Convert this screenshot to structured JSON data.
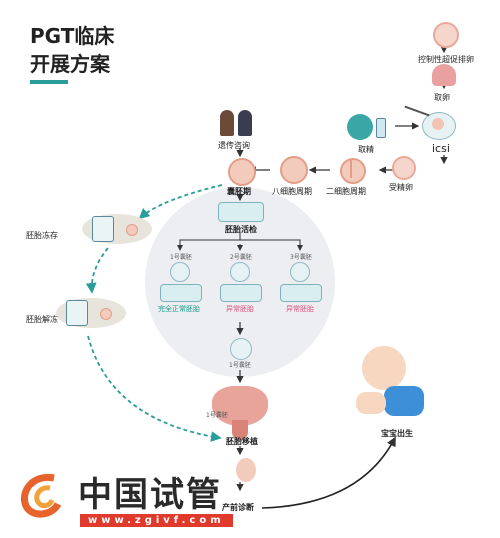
{
  "title": {
    "line1": "PGT临床",
    "line2": "开展方案"
  },
  "steps": {
    "ovulation": "控制性超促排卵",
    "egg_retrieval": "取卵",
    "sperm_retrieval": "取精",
    "icsi": "icsi",
    "fertilized": "受精卵",
    "two_cell": "二细胞周期",
    "eight_cell": "八细胞周期",
    "blastocyst": "囊胚期",
    "genetic_counsel": "遗传咨询",
    "biopsy": "胚胎活检",
    "freeze": "胚胎冻存",
    "thaw": "胚胎解冻",
    "transfer": "胚胎移植",
    "diagnosis": "产前诊断",
    "birth": "宝宝出生"
  },
  "embryos": [
    {
      "name": "1号囊胚",
      "result": "完全正常胚胎",
      "status": "normal"
    },
    {
      "name": "2号囊胚",
      "result": "异常胚胎",
      "status": "abnormal"
    },
    {
      "name": "3号囊胚",
      "result": "异常胚胎",
      "status": "abnormal"
    }
  ],
  "selected_embryo": "1号囊胚",
  "uterus_label": "1号囊胚",
  "logo": {
    "name": "中国试管",
    "url": "www.zgivf.com"
  },
  "colors": {
    "accent": "#2a9d9a",
    "normal": "#1a9a8a",
    "abnormal": "#e0507a"
  }
}
